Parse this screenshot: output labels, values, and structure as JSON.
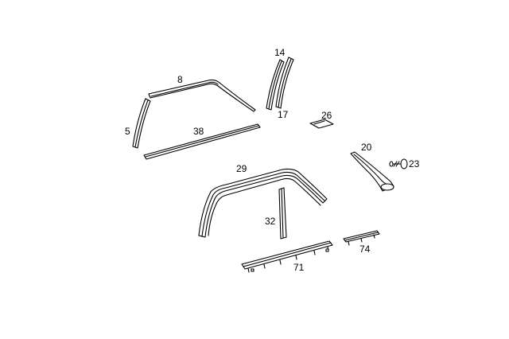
{
  "parts": [
    {
      "id": "p5",
      "number": "5"
    },
    {
      "id": "p8",
      "number": "8"
    },
    {
      "id": "p14",
      "number": "14"
    },
    {
      "id": "p17",
      "number": "17"
    },
    {
      "id": "p20",
      "number": "20"
    },
    {
      "id": "p23",
      "number": "23"
    },
    {
      "id": "p26",
      "number": "26"
    },
    {
      "id": "p29",
      "number": "29"
    },
    {
      "id": "p32",
      "number": "32"
    },
    {
      "id": "p38",
      "number": "38"
    },
    {
      "id": "p71",
      "number": "71"
    },
    {
      "id": "p74",
      "number": "74"
    }
  ]
}
